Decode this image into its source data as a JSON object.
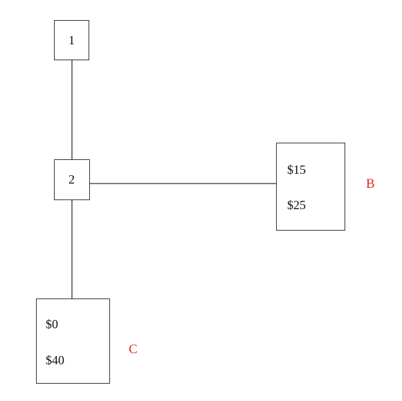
{
  "nodes": {
    "node1": {
      "label": "1"
    },
    "node2": {
      "label": "2"
    },
    "terminal_b": {
      "payoffs": [
        "$15",
        "$25"
      ],
      "player": "B"
    },
    "terminal_c": {
      "payoffs": [
        "$0",
        "$40"
      ],
      "player": "C"
    }
  },
  "colors": {
    "line": "#333333",
    "player_label": "#e8282b"
  }
}
